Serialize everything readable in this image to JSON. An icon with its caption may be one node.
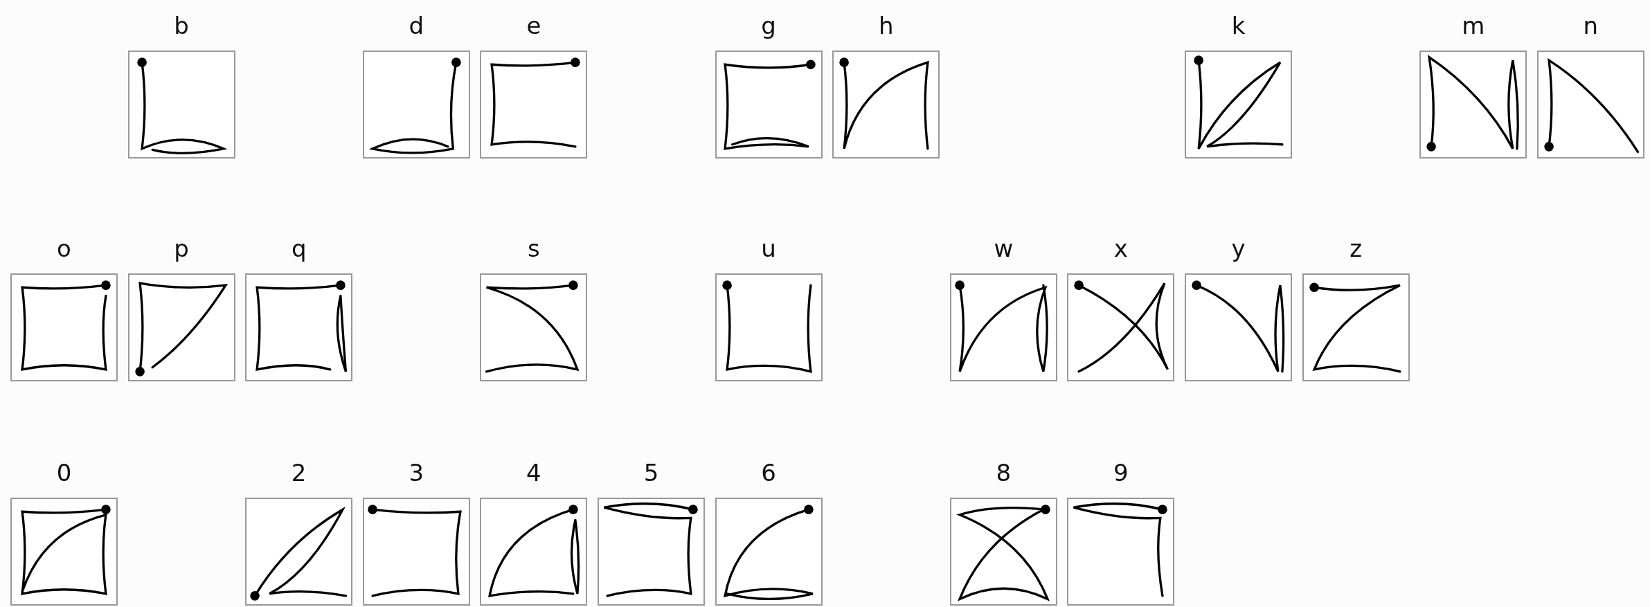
{
  "diagram": {
    "nodes": [
      {
        "text": [
          "b"
        ]
      },
      {
        "text": [
          "d"
        ]
      },
      {
        "text": [
          "e"
        ]
      },
      {
        "text": [
          "g"
        ]
      },
      {
        "text": [
          "h"
        ]
      },
      {
        "text": [
          "k"
        ]
      },
      {
        "text": [
          "m"
        ]
      },
      {
        "text": [
          "n"
        ]
      },
      {
        "text": [
          "o"
        ]
      },
      {
        "text": [
          "p"
        ]
      },
      {
        "text": [
          "q"
        ]
      },
      {
        "text": [
          "s"
        ]
      },
      {
        "text": [
          "u"
        ]
      },
      {
        "text": [
          "w"
        ]
      },
      {
        "text": [
          "x"
        ]
      },
      {
        "text": [
          "y"
        ]
      },
      {
        "text": [
          "z"
        ]
      },
      {
        "text": [
          "0"
        ]
      },
      {
        "text": [
          "2"
        ]
      },
      {
        "text": [
          "3"
        ]
      },
      {
        "text": [
          "4"
        ]
      },
      {
        "text": [
          "5"
        ]
      },
      {
        "text": [
          "6"
        ]
      },
      {
        "text": [
          "8"
        ]
      },
      {
        "text": [
          "9"
        ]
      }
    ],
    "edges": []
  }
}
